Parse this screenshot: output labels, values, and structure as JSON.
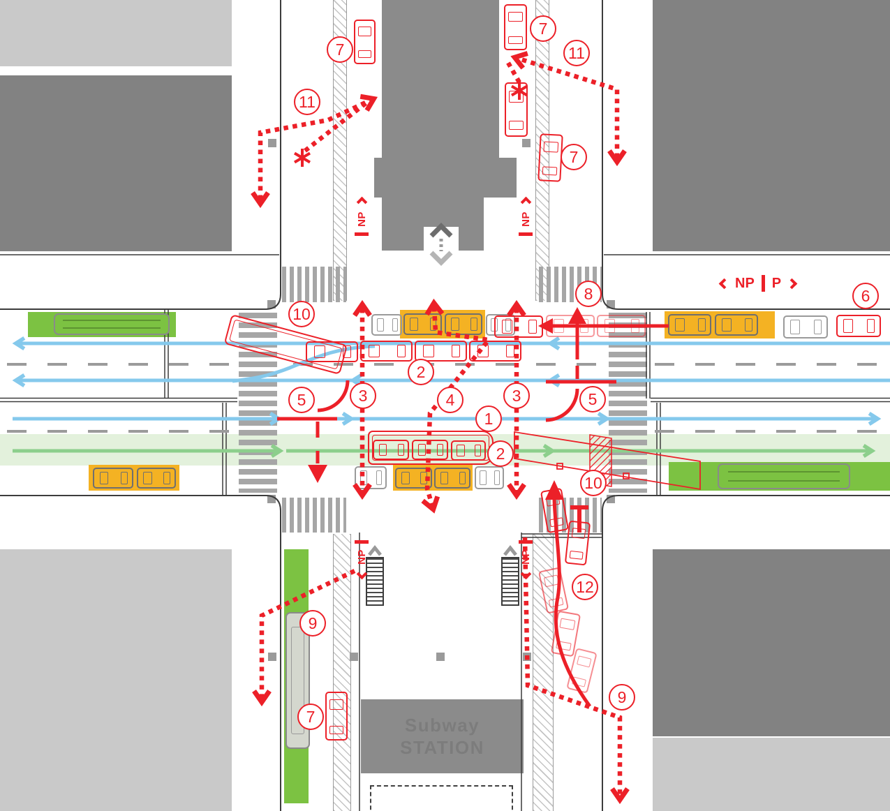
{
  "diagram": {
    "type": "street-intersection-conflict-diagram",
    "badges": [
      {
        "label": "1"
      },
      {
        "label": "2"
      },
      {
        "label": "2"
      },
      {
        "label": "3"
      },
      {
        "label": "3"
      },
      {
        "label": "4"
      },
      {
        "label": "5"
      },
      {
        "label": "5"
      },
      {
        "label": "6"
      },
      {
        "label": "7"
      },
      {
        "label": "7"
      },
      {
        "label": "7"
      },
      {
        "label": "7"
      },
      {
        "label": "8"
      },
      {
        "label": "9"
      },
      {
        "label": "9"
      },
      {
        "label": "10"
      },
      {
        "label": "10"
      },
      {
        "label": "11"
      },
      {
        "label": "11"
      },
      {
        "label": "12"
      }
    ],
    "labels": {
      "np": "NP",
      "p": "P"
    },
    "station": {
      "line1": "Subway",
      "line2": "STATION"
    },
    "colors": {
      "red": "#EC2028",
      "blue_arrow": "#85C9EC",
      "green_arrow": "#8CCF8C",
      "bus_lane": "#E3F1DC",
      "bus_stop": "#7CC242",
      "parking_yellow": "#F4B223",
      "building_dark": "#828282",
      "building_light": "#C9C9C9"
    }
  }
}
